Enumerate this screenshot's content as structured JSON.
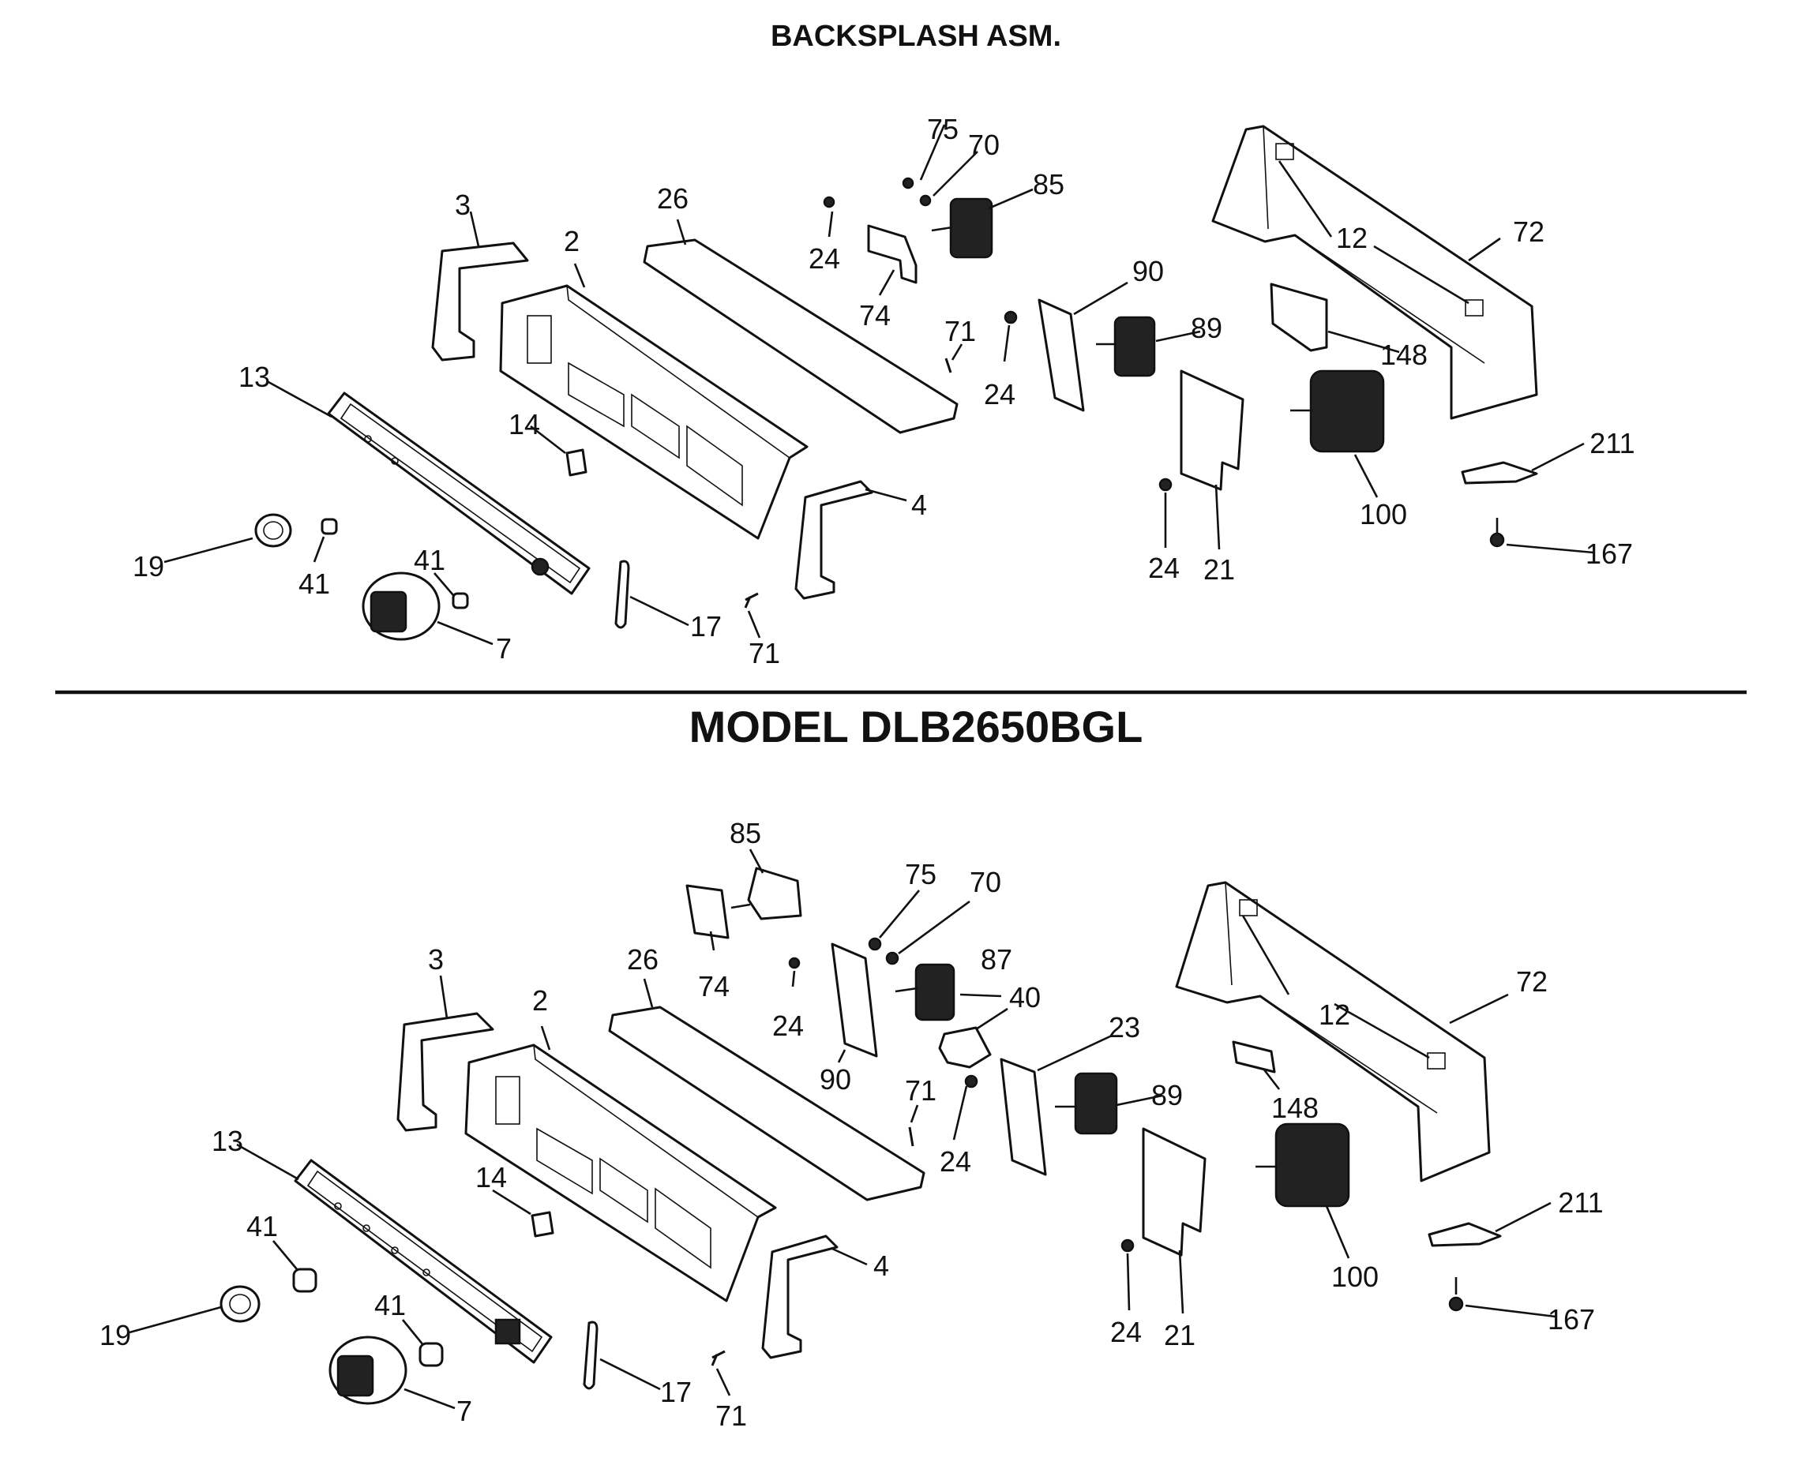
{
  "titles": {
    "assembly": "BACKSPLASH ASM.",
    "model": "MODEL DLB2650BGL"
  },
  "diagram_top": {
    "callouts": {
      "p75": "75",
      "p70": "70",
      "p85": "85",
      "p3": "3",
      "p26": "26",
      "p2": "2",
      "p24a": "24",
      "p74": "74",
      "p71a": "71",
      "p24b": "24",
      "p90": "90",
      "p89": "89",
      "p12": "12",
      "p72": "72",
      "p148": "148",
      "p13": "13",
      "p14": "14",
      "p4": "4",
      "p211": "211",
      "p100": "100",
      "p19": "19",
      "p41a": "41",
      "p41b": "41",
      "p7": "7",
      "p17": "17",
      "p71b": "71",
      "p24c": "24",
      "p21": "21",
      "p167": "167"
    }
  },
  "diagram_bottom": {
    "callouts": {
      "p85": "85",
      "p75": "75",
      "p70": "70",
      "p3": "3",
      "p26": "26",
      "p2": "2",
      "p74": "74",
      "p87": "87",
      "p40": "40",
      "p24a": "24",
      "p23": "23",
      "p72": "72",
      "p12": "12",
      "p90": "90",
      "p71": "71",
      "p89": "89",
      "p148": "148",
      "p13": "13",
      "p14": "14",
      "p24b": "24",
      "p211": "211",
      "p41a": "41",
      "p4": "4",
      "p100": "100",
      "p19": "19",
      "p41b": "41",
      "p24c": "24",
      "p21": "21",
      "p167": "167",
      "p17": "17",
      "p7": "7",
      "p71b": "71"
    }
  }
}
